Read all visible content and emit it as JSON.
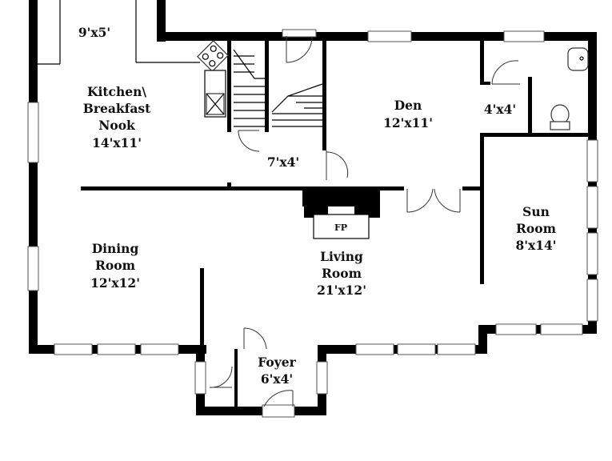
{
  "rooms": {
    "kitchen": {
      "name_lines": [
        "Kitchen\\",
        "Breakfast",
        "Nook"
      ],
      "size": "14'x11'"
    },
    "kitchen_alcove": {
      "size": "9'x5'"
    },
    "den": {
      "name": "Den",
      "size": "12'x11'"
    },
    "bath": {
      "size": "4'x4'"
    },
    "hall": {
      "size": "7'x4'"
    },
    "sun_room": {
      "name_lines": [
        "Sun",
        "Room"
      ],
      "size": "8'x14'"
    },
    "dining_room": {
      "name_lines": [
        "Dining",
        "Room"
      ],
      "size": "12'x12'"
    },
    "living_room": {
      "name_lines": [
        "Living",
        "Room"
      ],
      "size": "21'x12'"
    },
    "foyer": {
      "name": "Foyer",
      "size": "6'x4'"
    }
  },
  "fireplace": {
    "label": "FP"
  },
  "icons": [
    "stove-icon",
    "sink-icon",
    "bathtub-icon",
    "toilet-icon",
    "stairs-icon",
    "door-swing-icon",
    "window-icon"
  ]
}
